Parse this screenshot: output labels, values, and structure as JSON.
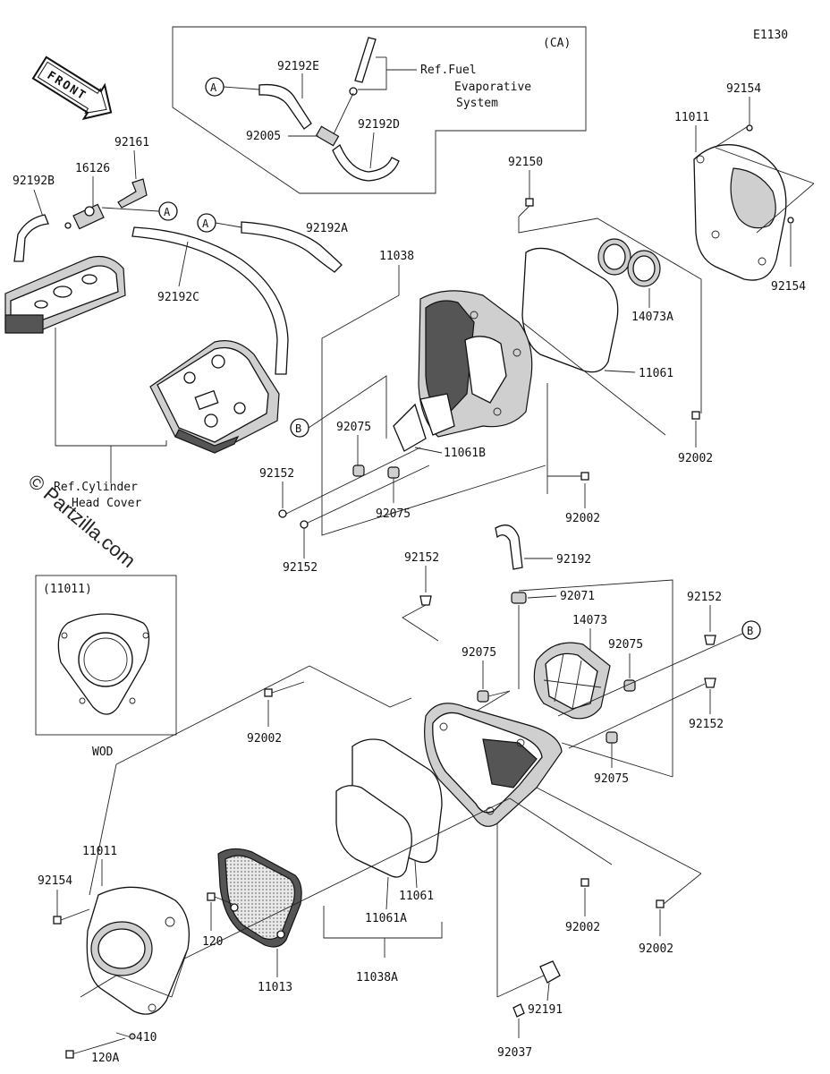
{
  "diagram_code": "E1130",
  "front_label": "FRONT",
  "ca_box": {
    "tag": "(CA)",
    "ref_lines": [
      "Ref.Fuel",
      "Evaporative",
      "System"
    ]
  },
  "wod_box": {
    "tag": "(11011)",
    "caption": "WOD"
  },
  "ref_cylinder": [
    "Ref.Cylinder",
    "Head Cover"
  ],
  "watermark": "© Partzilla.com",
  "connectors": {
    "a": "A",
    "b": "B"
  },
  "parts": {
    "p92192E": "92192E",
    "p92005": "92005",
    "p92192D": "92192D",
    "p92161": "92161",
    "p16126": "16126",
    "p92192B": "92192B",
    "p92192A": "92192A",
    "p92192C": "92192C",
    "p92154_top": "92154",
    "p11011_top": "11011",
    "p92154_right": "92154",
    "p92150": "92150",
    "p11038": "11038",
    "p14073A": "14073A",
    "p11061": "11061",
    "p92002_r1": "92002",
    "p11061B": "11061B",
    "p92075_a": "92075",
    "p92075_b": "92075",
    "p92152_a": "92152",
    "p92152_b": "92152",
    "p92002_r2": "92002",
    "p92192": "92192",
    "p92152_c": "92152",
    "p92071": "92071",
    "p14073": "14073",
    "p92152_d": "92152",
    "p92075_c": "92075",
    "p92075_d": "92075",
    "p92002_l": "92002",
    "p92152_e": "92152",
    "p92075_e": "92075",
    "p11011_bot": "11011",
    "p92154_bot": "92154",
    "p120": "120",
    "p11013": "11013",
    "p11061_bot": "11061",
    "p11061A": "11061A",
    "p11038A": "11038A",
    "p92002_b1": "92002",
    "p92002_b2": "92002",
    "p92191": "92191",
    "p92037": "92037",
    "p410": "410",
    "p120A": "120A"
  }
}
